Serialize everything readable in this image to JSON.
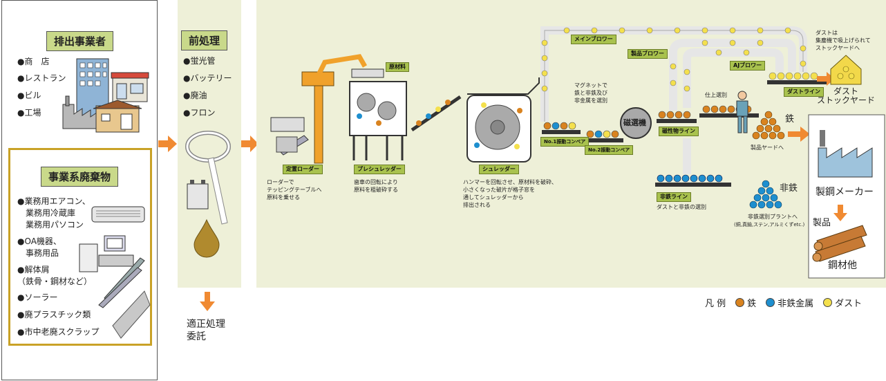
{
  "left_panel": {
    "emitters": {
      "title": "排出事業者",
      "items": [
        "●商　店",
        "●レストラン",
        "●ビル",
        "●工場"
      ]
    },
    "business_waste": {
      "title": "事業系廃棄物",
      "items": [
        "●業務用エアコン、\n　業務用冷蔵庫\n　業務用パソコン",
        "●OA機器、\n　事務用品",
        "●解体屑\n（鉄骨・鋼材など）",
        "●ソーラー",
        "●廃プラスチック類",
        "●市中老廃スクラップ"
      ]
    }
  },
  "pretreatment": {
    "title": "前処理",
    "items": [
      "●蛍光管",
      "●バッテリー",
      "●廃油",
      "●フロン"
    ],
    "outsource": "適正処理\n委託"
  },
  "process": {
    "loader": {
      "label": "定置ローダー",
      "desc": "ローダーで\nテッピングテーブルへ\n原料を乗せる"
    },
    "raw_material": "原材料",
    "preshredder": {
      "label": "プレシュレッダー",
      "desc": "歯車の回転により\n原料を粗破砕する"
    },
    "shredder": {
      "label": "シュレッダー",
      "desc": "ハンマーを回転させ、原材料を破砕、\n小さくなった破片が格子窓を\n通してシュレッダーから\n排出される"
    },
    "conveyor1": "No.1振動コンベア",
    "conveyor2": "No.2振動コンベア",
    "magnet_note": "マグネットで\n鉄と非鉄及び\n非金属を選別",
    "magnet": "磁選機",
    "magnetic_line": "磁性物ライン",
    "nonferrous_line": "非鉄ライン",
    "nonferrous_sort": "ダストと非鉄の選別",
    "main_blower": "メインブロワー",
    "product_blower": "製品ブロワー",
    "aj_blower": "AJブロワー",
    "dust_line": "ダストライン",
    "dust_note": "ダストは\n集塵機で吸上げられて\nストックヤードへ",
    "dust_yard": "ダスト\nストックヤード",
    "finishing": "仕上選別",
    "iron": "鉄",
    "product_yard": "製品ヤードへ",
    "nonferrous": "非鉄",
    "nonferrous_plant": "非鉄選別プラントへ",
    "nonferrous_detail": "(銅,真鍮,ステン,アルミくずetc.)",
    "steel_maker": "製鋼メーカー",
    "product": "製品",
    "steel_etc": "鋼材他"
  },
  "legend": {
    "title": "凡 例",
    "iron": "鉄",
    "nonferrous": "非鉄金属",
    "dust": "ダスト",
    "colors": {
      "iron": "#d9831f",
      "nonferrous": "#1e8fcf",
      "dust": "#f4e04d"
    }
  }
}
